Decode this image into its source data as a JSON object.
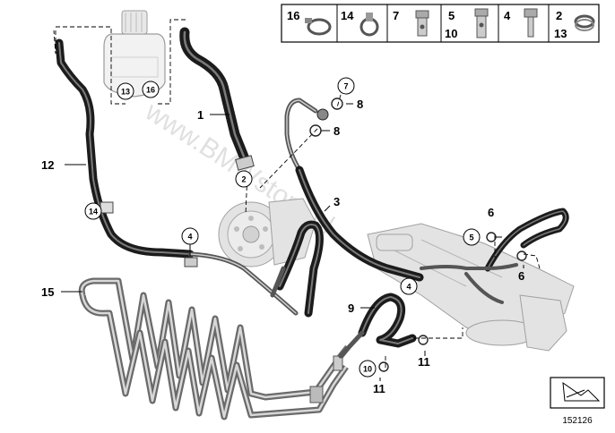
{
  "diagram": {
    "watermark": "www.BMWstore.pl",
    "reference_number": "152126",
    "parts_legend": [
      {
        "top": "16",
        "bottom": "",
        "icon": "hose-clamp-icon"
      },
      {
        "top": "14",
        "bottom": "",
        "icon": "clip-clamp-icon"
      },
      {
        "top": "7",
        "bottom": "",
        "icon": "banjo-bolt-icon"
      },
      {
        "top": "5",
        "bottom": "10",
        "icon": "banjo-bolt-long-icon"
      },
      {
        "top": "4",
        "bottom": "",
        "icon": "hex-bolt-icon"
      },
      {
        "top": "2",
        "bottom": "13",
        "icon": "band-clamp-icon"
      }
    ],
    "callouts": {
      "c2": "2",
      "c4a": "4",
      "c4b": "4",
      "c5": "5",
      "c7": "7",
      "c10": "10",
      "c13": "13",
      "c14": "14",
      "c16": "16"
    },
    "labels": {
      "l1": "1",
      "l3": "3",
      "l6a": "6",
      "l6b": "6",
      "l8a": "8",
      "l8b": "8",
      "l9": "9",
      "l11a": "11",
      "l11b": "11",
      "l12": "12",
      "l15": "15"
    }
  }
}
